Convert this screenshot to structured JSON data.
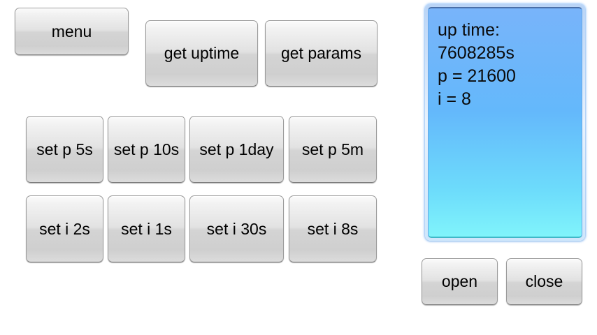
{
  "app": {
    "background_color": "#ffffff",
    "button_face_color": "#e2e2e2",
    "panel_accent_color": "#64b8fb"
  },
  "controls": {
    "menu_label": "menu",
    "get_uptime_label": "get uptime",
    "get_params_label": "get params",
    "open_label": "open",
    "close_label": "close"
  },
  "period_buttons": [
    {
      "label": "set p 5s"
    },
    {
      "label": "set p 10s"
    },
    {
      "label": "set p 1day"
    },
    {
      "label": "set p 5m"
    }
  ],
  "interval_buttons": [
    {
      "label": "set i 2s"
    },
    {
      "label": "set i 1s"
    },
    {
      "label": "set i 30s"
    },
    {
      "label": "set i 8s"
    }
  ],
  "output": {
    "text": "up time:\n7608285s\np = 21600\ni = 8",
    "lines": [
      "up time:",
      "7608285s",
      "p = 21600",
      "i = 8"
    ],
    "uptime_label": "up time:",
    "uptime_value": "7608285s",
    "p_value": "p = 21600",
    "i_value": "i = 8"
  }
}
